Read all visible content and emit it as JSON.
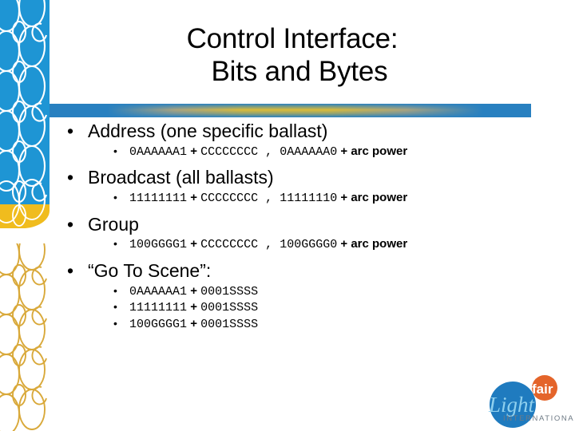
{
  "slide": {
    "title_line1": "Control Interface:",
    "title_line2": "Bits and Bytes"
  },
  "bullets": [
    {
      "level1": "Address (one specific ballast)",
      "subs": [
        {
          "code1": "0AAAAAA1",
          "op1": "+",
          "code2": "CCCCCCCC",
          "sep": ",",
          "code3": "0AAAAAA0",
          "op2": "+",
          "tail": "arc power"
        }
      ]
    },
    {
      "level1": "Broadcast (all ballasts)",
      "subs": [
        {
          "code1": "11111111",
          "op1": "+",
          "code2": "CCCCCCCC",
          "sep": ",",
          "code3": "11111110",
          "op2": "+",
          "tail": "arc power"
        }
      ]
    },
    {
      "level1": "Group",
      "subs": [
        {
          "code1": "100GGGG1",
          "op1": "+",
          "code2": "CCCCCCCC",
          "sep": ",",
          "code3": "100GGGG0",
          "op2": "+",
          "tail": "arc power"
        }
      ]
    },
    {
      "level1": "“Go To Scene”:",
      "subs": [
        {
          "code1": "0AAAAAA1",
          "op1": "+",
          "code2": "0001SSSS"
        },
        {
          "code1": "11111111",
          "op1": "+",
          "code2": "0001SSSS"
        },
        {
          "code1": "100GGGG1",
          "op1": "+",
          "code2": "0001SSSS"
        }
      ]
    }
  ],
  "bullet_glyph": "•",
  "logo": {
    "word_light": "Light",
    "word_fair": "fair",
    "word_international": "INTERNATIONAL"
  },
  "colors": {
    "strip_blue": "#1e95d4",
    "strip_gold": "#f0bc1e",
    "rule_blue": "#2880c0",
    "rule_gold": "#efc22a",
    "logo_blue": "#1f7bbf",
    "logo_orange": "#e4642a",
    "text": "#000000",
    "background": "#ffffff"
  }
}
